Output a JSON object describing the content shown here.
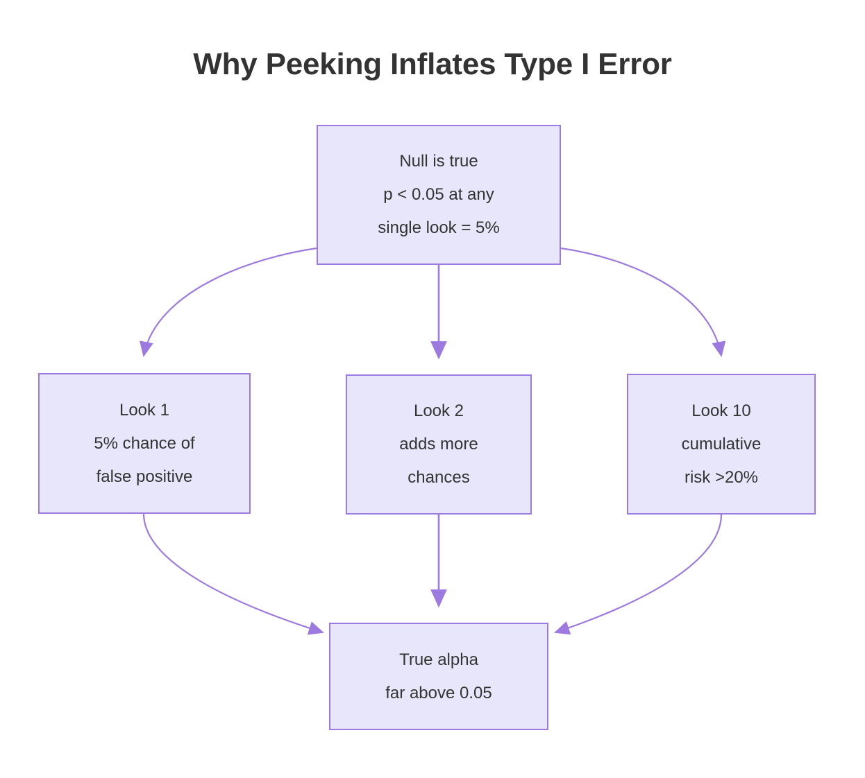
{
  "title": "Why Peeking Inflates Type I Error",
  "colors": {
    "node_fill": "#e8e6fb",
    "node_border": "#9d7ae0",
    "edge": "#9d7ae0",
    "text": "#333333",
    "background": "#ffffff"
  },
  "chart_data": {
    "type": "diagram",
    "title": "Why Peeking Inflates Type I Error",
    "nodes": [
      {
        "id": "null",
        "lines": [
          "Null is true",
          "p < 0.05 at any",
          "single look = 5%"
        ]
      },
      {
        "id": "look1",
        "lines": [
          "Look 1",
          "5% chance of",
          "false positive"
        ]
      },
      {
        "id": "look2",
        "lines": [
          "Look 2",
          "adds more",
          "chances"
        ]
      },
      {
        "id": "look10",
        "lines": [
          "Look 10",
          "cumulative",
          "risk >20%"
        ]
      },
      {
        "id": "truealpha",
        "lines": [
          "True alpha",
          "far above 0.05"
        ]
      }
    ],
    "edges": [
      {
        "from": "null",
        "to": "look1",
        "style": "curved",
        "arrow": "down"
      },
      {
        "from": "null",
        "to": "look2",
        "style": "straight",
        "arrow": "down"
      },
      {
        "from": "null",
        "to": "look10",
        "style": "curved",
        "arrow": "down"
      },
      {
        "from": "look1",
        "to": "truealpha",
        "style": "curved",
        "arrow": "diagonal"
      },
      {
        "from": "look2",
        "to": "truealpha",
        "style": "straight",
        "arrow": "down"
      },
      {
        "from": "look10",
        "to": "truealpha",
        "style": "curved",
        "arrow": "diagonal"
      }
    ]
  },
  "nodes": {
    "null": {
      "line1": "Null is true",
      "line2": "p < 0.05 at any",
      "line3": "single look = 5%"
    },
    "look1": {
      "line1": "Look 1",
      "line2": "5% chance of",
      "line3": "false positive"
    },
    "look2": {
      "line1": "Look 2",
      "line2": "adds more",
      "line3": "chances"
    },
    "look10": {
      "line1": "Look 10",
      "line2": "cumulative",
      "line3": "risk >20%"
    },
    "truealpha": {
      "line1": "True alpha",
      "line2": "far above 0.05"
    }
  }
}
